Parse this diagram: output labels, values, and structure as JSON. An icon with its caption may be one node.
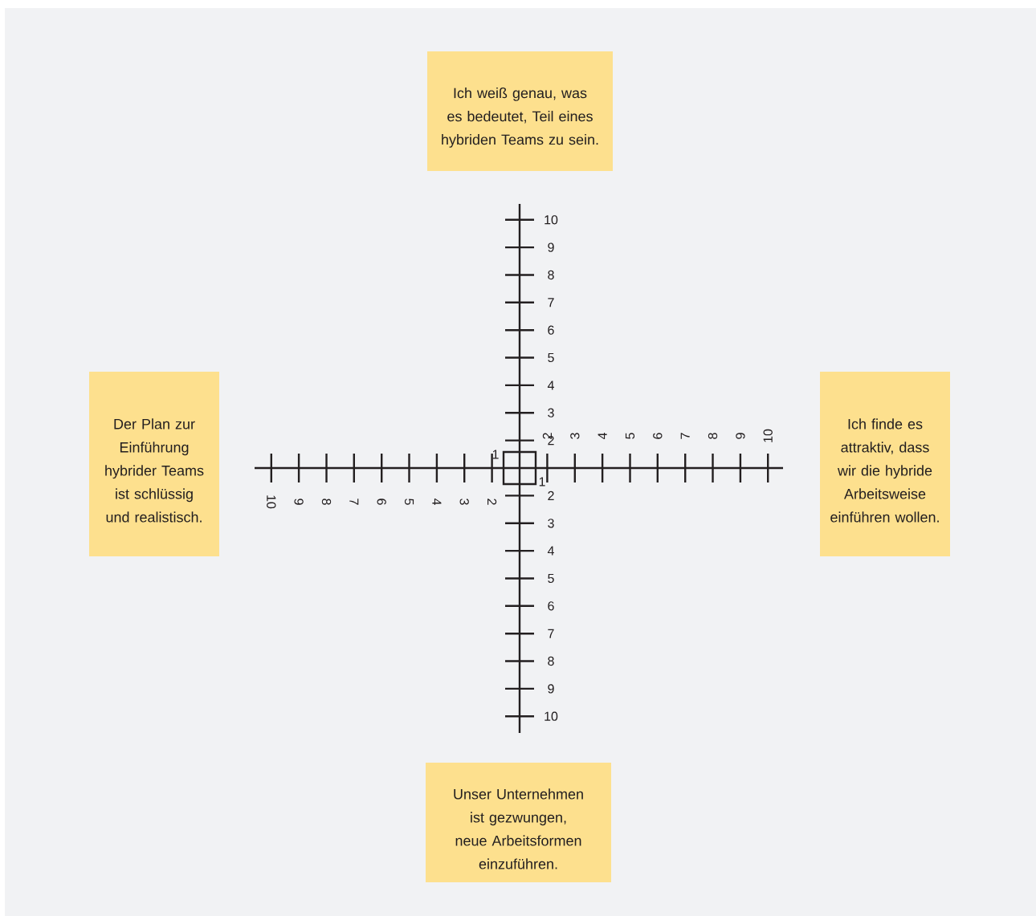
{
  "diagram": {
    "nodes": [
      {
        "text": [
          "Ich weiß genau, was es bedeutet, Teil eines hybriden Teams zu sein."
        ]
      },
      {
        "text": [
          "Der Plan zur Einführung hybrider Teams ist schlüssig und realistisch."
        ]
      },
      {
        "text": [
          "Ich finde es attraktiv, dass wir die hybride Arbeitsweise einführen wollen."
        ]
      },
      {
        "text": [
          "Unser Unternehmen ist gezwungen, neue Arbeitsformen einzuführen."
        ]
      }
    ],
    "labels": [
      "10",
      "9",
      "8",
      "7",
      "6",
      "5",
      "4",
      "3",
      "2",
      "1",
      "2",
      "3",
      "4",
      "5",
      "6",
      "7",
      "8",
      "9",
      "10",
      "10",
      "9",
      "8",
      "7",
      "6",
      "5",
      "4",
      "3",
      "2",
      "1",
      "2",
      "3",
      "4",
      "5",
      "6",
      "7",
      "8",
      "9",
      "10"
    ]
  }
}
